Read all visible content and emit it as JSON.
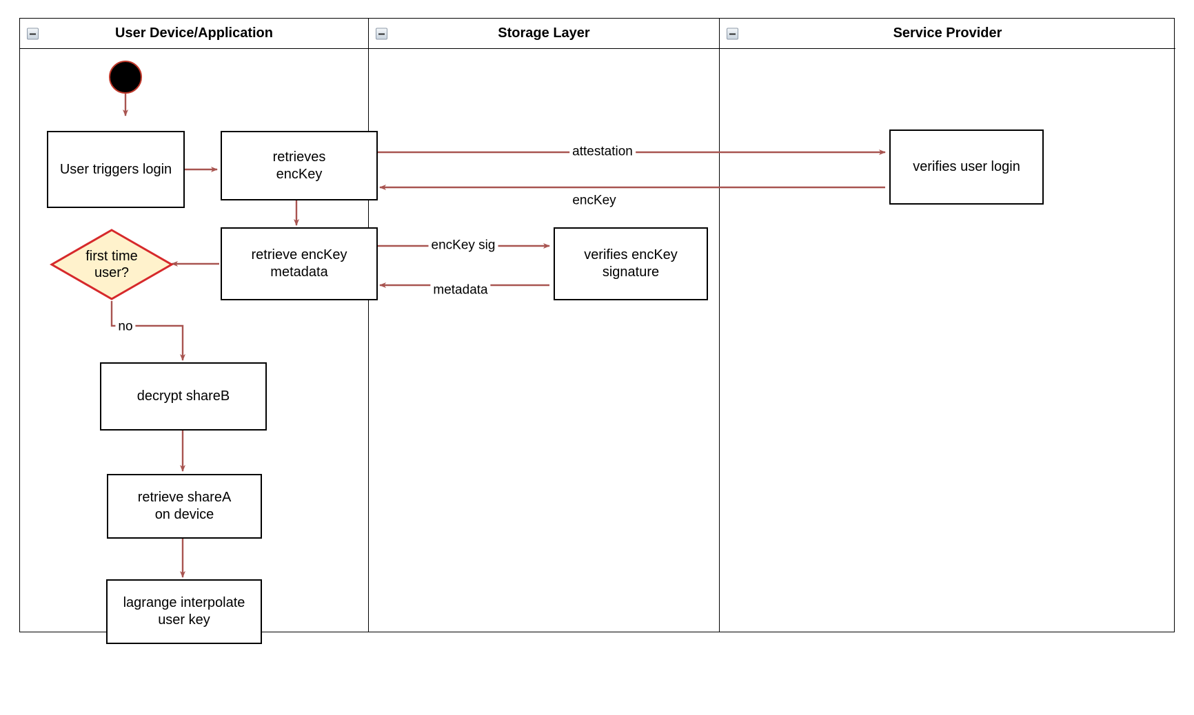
{
  "diagram": {
    "type": "swimlane-activity-diagram",
    "accent_arrow_color": "#a85450",
    "decision_fill_color": "#fff2cc",
    "decision_stroke_color": "#d6292b",
    "node_stroke_color": "#000000",
    "start_node_fill": "#000000",
    "start_node_stroke": "#cc0000"
  },
  "lanes": [
    {
      "id": "lane-user-device",
      "title": "User Device/Application",
      "collapse_icon": "minus-square-icon"
    },
    {
      "id": "lane-storage",
      "title": "Storage Layer",
      "collapse_icon": "minus-square-icon"
    },
    {
      "id": "lane-service-provider",
      "title": "Service Provider",
      "collapse_icon": "minus-square-icon"
    }
  ],
  "nodes": [
    {
      "id": "start",
      "kind": "initial-node",
      "label": ""
    },
    {
      "id": "user-triggers-login",
      "kind": "activity",
      "label": "User triggers login"
    },
    {
      "id": "retrieves-enckey",
      "kind": "activity",
      "label": "retrieves\nencKey"
    },
    {
      "id": "verifies-user-login",
      "kind": "activity",
      "label": "verifies user login"
    },
    {
      "id": "retrieve-enckey-metadata",
      "kind": "activity",
      "label": "retrieve encKey\nmetadata"
    },
    {
      "id": "verifies-enckey-signature",
      "kind": "activity",
      "label": "verifies encKey\nsignature"
    },
    {
      "id": "first-time-user",
      "kind": "decision",
      "label": "first time\nuser?"
    },
    {
      "id": "decrypt-shareb",
      "kind": "activity",
      "label": "decrypt shareB"
    },
    {
      "id": "retrieve-sharea-on-device",
      "kind": "activity",
      "label": "retrieve shareA\non device"
    },
    {
      "id": "lagrange-interpolate-user-key",
      "kind": "activity",
      "label": "lagrange interpolate\nuser key"
    }
  ],
  "edges": [
    {
      "id": "e1",
      "from": "start",
      "to": "user-triggers-login",
      "label": ""
    },
    {
      "id": "e2",
      "from": "user-triggers-login",
      "to": "retrieves-enckey",
      "label": ""
    },
    {
      "id": "e3",
      "from": "retrieves-enckey",
      "to": "verifies-user-login",
      "label": "attestation"
    },
    {
      "id": "e4",
      "from": "verifies-user-login",
      "to": "retrieves-enckey",
      "label": "encKey"
    },
    {
      "id": "e5",
      "from": "retrieves-enckey",
      "to": "retrieve-enckey-metadata",
      "label": ""
    },
    {
      "id": "e6",
      "from": "retrieve-enckey-metadata",
      "to": "verifies-enckey-signature",
      "label": "encKey sig"
    },
    {
      "id": "e7",
      "from": "verifies-enckey-signature",
      "to": "retrieve-enckey-metadata",
      "label": "metadata"
    },
    {
      "id": "e8",
      "from": "retrieve-enckey-metadata",
      "to": "first-time-user",
      "label": ""
    },
    {
      "id": "e9",
      "from": "first-time-user",
      "to": "decrypt-shareb",
      "label": "no"
    },
    {
      "id": "e10",
      "from": "decrypt-shareb",
      "to": "retrieve-sharea-on-device",
      "label": ""
    },
    {
      "id": "e11",
      "from": "retrieve-sharea-on-device",
      "to": "lagrange-interpolate-user-key",
      "label": ""
    }
  ],
  "edge_labels": {
    "attestation": "attestation",
    "enckey": "encKey",
    "enckey_sig": "encKey sig",
    "metadata": "metadata",
    "no": "no"
  }
}
